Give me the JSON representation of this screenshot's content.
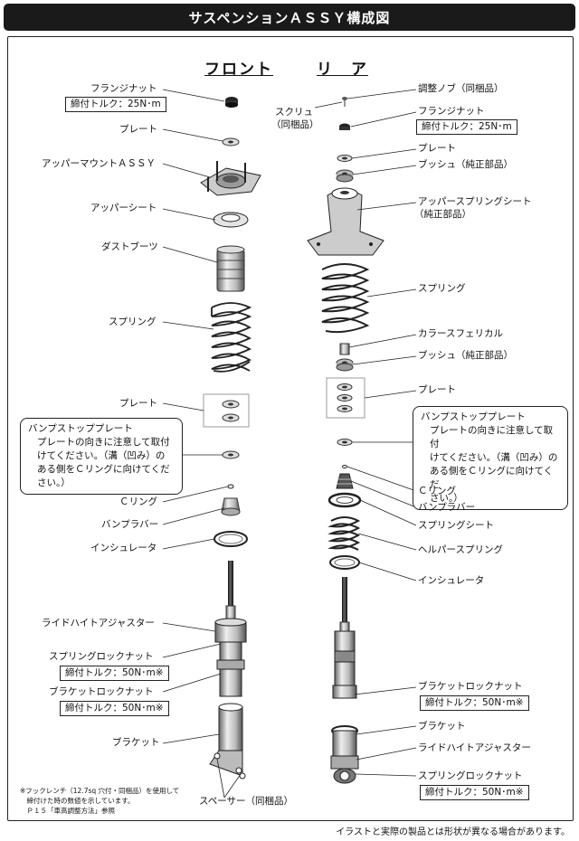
{
  "title": "サスペンションＡＳＳＹ構成図",
  "front_title": "フロント",
  "rear_title": "リ　ア",
  "front": {
    "flange_nut": "フランジナット",
    "flange_nut_torque": "締付トルク：25N･m",
    "plate1": "プレート",
    "upper_mount": "アッパーマウントＡＳＳＹ",
    "upper_seat": "アッパーシート",
    "dust_boot": "ダストブーツ",
    "spring": "スプリング",
    "plate2": "プレート",
    "bump_note_title": "バンプストッププレート",
    "bump_note_lines": [
      "プレートの向きに注意して取付",
      "けてください。（溝（凹み）の",
      "ある側をＣリングに向けてくだ",
      "さい。）"
    ],
    "c_ring": "Ｃリング",
    "bump_rubber": "バンプラバー",
    "insulator": "インシュレータ",
    "ride_height_adjuster": "ライドハイトアジャスター",
    "spring_lock_nut": "スプリングロックナット",
    "spring_lock_nut_torque": "締付トルク：50N･m※",
    "bracket_lock_nut": "ブラケットロックナット",
    "bracket_lock_nut_torque": "締付トルク：50N･m※",
    "bracket": "ブラケット",
    "spacer": "スペーサー（同梱品）",
    "footnote": [
      "※フックレンチ（12.7sq 穴付・同梱品）を使用して",
      "　締付けた時の数値を示しています。",
      "　Ｐ１５「車高調整方法」参照"
    ]
  },
  "rear": {
    "adjust_knob": "調整ノブ（同梱品）",
    "screw": [
      "スクリュ",
      "（同梱品）"
    ],
    "flange_nut": "フランジナット",
    "flange_nut_torque": "締付トルク：25N･m",
    "plate1": "プレート",
    "bush1": "ブッシュ（純正部品）",
    "upper_spring_seat": [
      "アッパースプリングシート",
      "（純正部品）"
    ],
    "spring": "スプリング",
    "collar": "カラースフェリカル",
    "bush2": "ブッシュ（純正部品）",
    "plate2": "プレート",
    "bump_note_title": "バンプストッププレート",
    "bump_note_lines": [
      "プレートの向きに注意して取付",
      "けてください。（溝（凹み）の",
      "ある側をＣリングに向けてくだ",
      "さい。）"
    ],
    "c_ring": "Ｃリング",
    "bump_rubber": "バンプラバー",
    "spring_seat": "スプリングシート",
    "helper_spring": "ヘルパースプリング",
    "insulator": "インシュレータ",
    "bracket_lock_nut": "ブラケットロックナット",
    "bracket_lock_nut_torque": "締付トルク：50N･m※",
    "bracket": "ブラケット",
    "ride_height_adjuster": "ライドハイトアジャスター",
    "spring_lock_nut": "スプリングロックナット",
    "spring_lock_nut_torque": "締付トルク：50N･m※"
  },
  "disclaimer": "イラストと実際の製品とは形状が異なる場合があります。"
}
